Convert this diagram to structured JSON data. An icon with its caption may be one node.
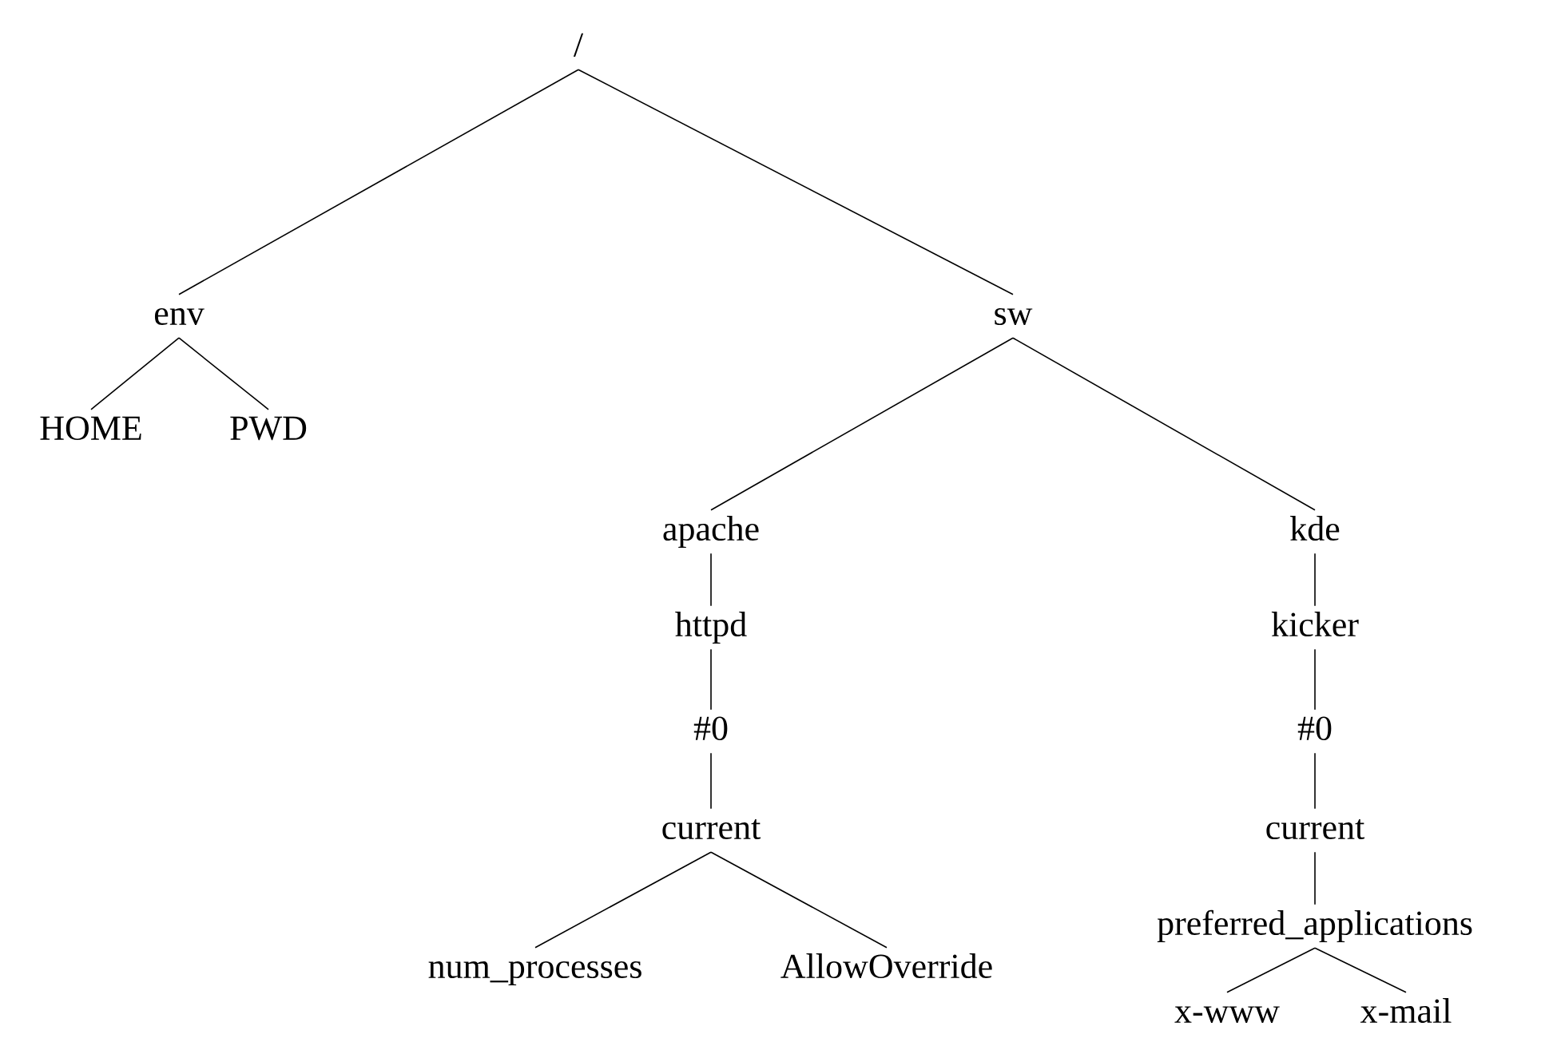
{
  "diagram": {
    "nodes": [
      {
        "text": [
          "/"
        ]
      },
      {
        "text": [
          "env"
        ]
      },
      {
        "text": [
          "HOME"
        ]
      },
      {
        "text": [
          "PWD"
        ]
      },
      {
        "text": [
          "sw"
        ]
      },
      {
        "text": [
          "apache"
        ]
      },
      {
        "text": [
          "httpd"
        ]
      },
      {
        "text": [
          "#0"
        ]
      },
      {
        "text": [
          "current"
        ]
      },
      {
        "text": [
          "num_processes"
        ]
      },
      {
        "text": [
          "AllowOverride"
        ]
      },
      {
        "text": [
          "kde"
        ]
      },
      {
        "text": [
          "kicker"
        ]
      },
      {
        "text": [
          "#0"
        ]
      },
      {
        "text": [
          "current"
        ]
      },
      {
        "text": [
          "preferred_applications"
        ]
      },
      {
        "text": [
          "x-www"
        ]
      },
      {
        "text": [
          "x-mail"
        ]
      }
    ],
    "edges": [
      {
        "from": 0,
        "to": 1,
        "arrow": "none"
      },
      {
        "from": 0,
        "to": 4,
        "arrow": "none"
      },
      {
        "from": 1,
        "to": 2,
        "arrow": "none"
      },
      {
        "from": 1,
        "to": 3,
        "arrow": "none"
      },
      {
        "from": 4,
        "to": 5,
        "arrow": "none"
      },
      {
        "from": 4,
        "to": 11,
        "arrow": "none"
      },
      {
        "from": 5,
        "to": 6,
        "arrow": "none"
      },
      {
        "from": 6,
        "to": 7,
        "arrow": "none"
      },
      {
        "from": 7,
        "to": 8,
        "arrow": "none"
      },
      {
        "from": 8,
        "to": 9,
        "arrow": "none"
      },
      {
        "from": 8,
        "to": 10,
        "arrow": "none"
      },
      {
        "from": 11,
        "to": 12,
        "arrow": "none"
      },
      {
        "from": 12,
        "to": 13,
        "arrow": "none"
      },
      {
        "from": 13,
        "to": 14,
        "arrow": "none"
      },
      {
        "from": 14,
        "to": 15,
        "arrow": "none"
      },
      {
        "from": 15,
        "to": 16,
        "arrow": "none"
      },
      {
        "from": 15,
        "to": 17,
        "arrow": "none"
      }
    ]
  }
}
